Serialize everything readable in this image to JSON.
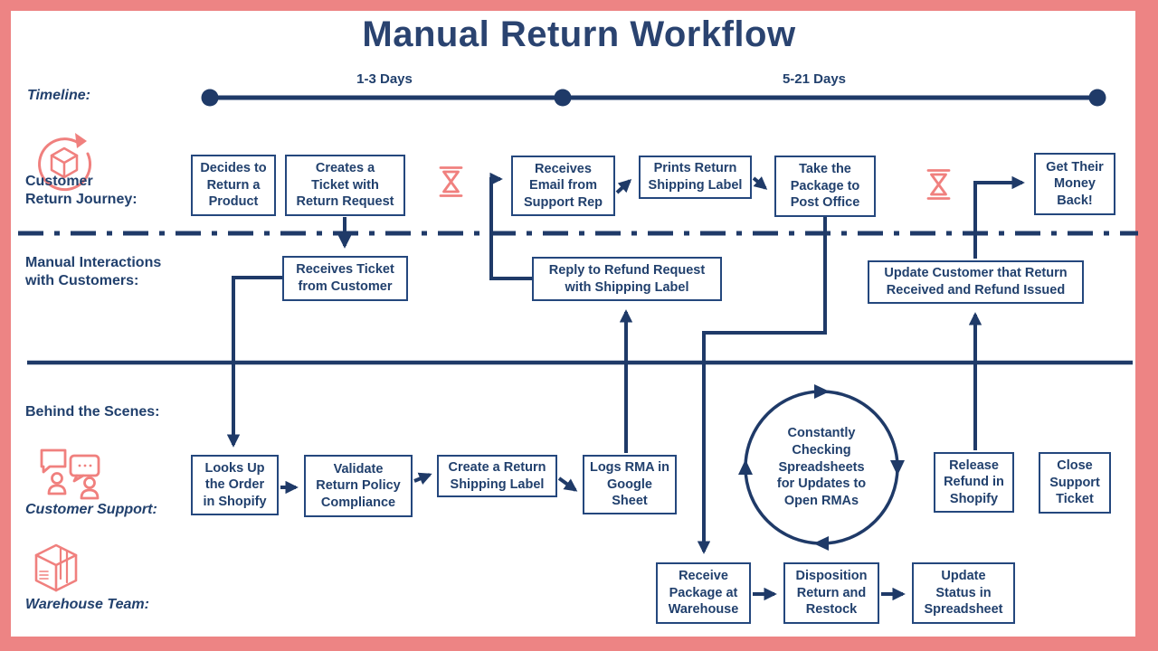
{
  "title": "Manual Return Workflow",
  "colors": {
    "navy": "#21406D",
    "line_navy": "#1F3A68",
    "coral_frame": "#ED8484",
    "coral_icon": "#F0807E",
    "background": "#FFFFFF"
  },
  "timeline": {
    "label": "Timeline:",
    "segment1": "1-3 Days",
    "segment2": "5-21 Days"
  },
  "lanes": {
    "journey": "Customer\nReturn Journey:",
    "manual": "Manual Interactions\nwith Customers:",
    "behind": "Behind the Scenes:",
    "support": "Customer Support:",
    "warehouse": "Warehouse Team:"
  },
  "nodes": {
    "decides_return": "Decides to\nReturn a\nProduct",
    "creates_ticket": "Creates a\nTicket with\nReturn Request",
    "receives_email": "Receives\nEmail from\nSupport Rep",
    "prints_label": "Prints Return\nShipping Label",
    "take_package": "Take the\nPackage to\nPost Office",
    "get_money_back": "Get Their\nMoney\nBack!",
    "receives_ticket": "Receives Ticket\nfrom Customer",
    "reply_refund": "Reply to Refund Request\nwith Shipping Label",
    "update_customer": "Update Customer that Return\nReceived and Refund Issued",
    "looks_up_order": "Looks Up\nthe Order\nin Shopify",
    "validate_policy": "Validate\nReturn Policy\nCompliance",
    "create_label": "Create a Return\nShipping Label",
    "logs_rma": "Logs RMA in\nGoogle\nSheet",
    "cycle": "Constantly\nChecking\nSpreadsheets\nfor Updates to\nOpen RMAs",
    "release_refund": "Release\nRefund in\nShopify",
    "close_ticket": "Close\nSupport\nTicket",
    "receive_package": "Receive\nPackage at\nWarehouse",
    "disposition": "Disposition\nReturn and\nRestock",
    "update_status": "Update\nStatus in\nSpreadsheet"
  },
  "icons": {
    "journey": "package-return-icon",
    "wait1": "hourglass-icon",
    "wait2": "hourglass-icon",
    "support": "chat-people-icon",
    "warehouse": "package-box-icon"
  }
}
